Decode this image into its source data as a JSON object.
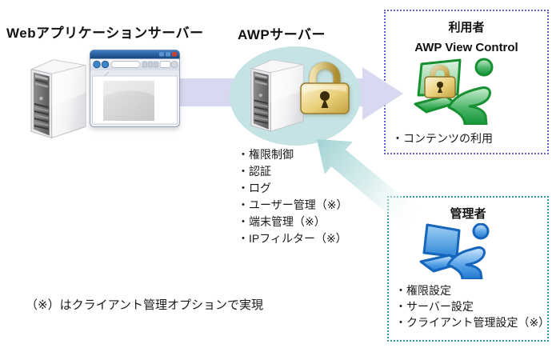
{
  "colors": {
    "flow_arrow": "#d8d8f0",
    "awp_halo": "#c5e3e4",
    "admin_arrow": "#a8d6d7",
    "user_box_border": "#6262cc",
    "admin_box_border": "#2f9b9b",
    "title_text": "#111111"
  },
  "titles": {
    "web_app_server": "Webアプリケーションサーバー",
    "awp_server": "AWPサーバー"
  },
  "awp_features": [
    "・権限制御",
    "・認証",
    "・ログ",
    "・ユーザー管理（※）",
    "・端末管理（※）",
    "・IPフィルター（※）"
  ],
  "user_box": {
    "title": "利用者",
    "subtitle": "AWP View Control",
    "items": [
      "・コンテンツの利用"
    ]
  },
  "admin_box": {
    "title": "管理者",
    "items": [
      "・権限設定",
      "・サーバー設定",
      "・クライアント管理設定（※）"
    ]
  },
  "footnote": "（※）はクライアント管理オプションで実現",
  "icons": {
    "web_server_tower": "server-tower-icon",
    "browser_window": "browser-window-icon",
    "awp_server_tower": "server-tower-icon",
    "padlock": "gold-padlock-icon",
    "user": "user-at-computer-with-lock-icon",
    "admin": "admin-at-laptop-icon"
  }
}
